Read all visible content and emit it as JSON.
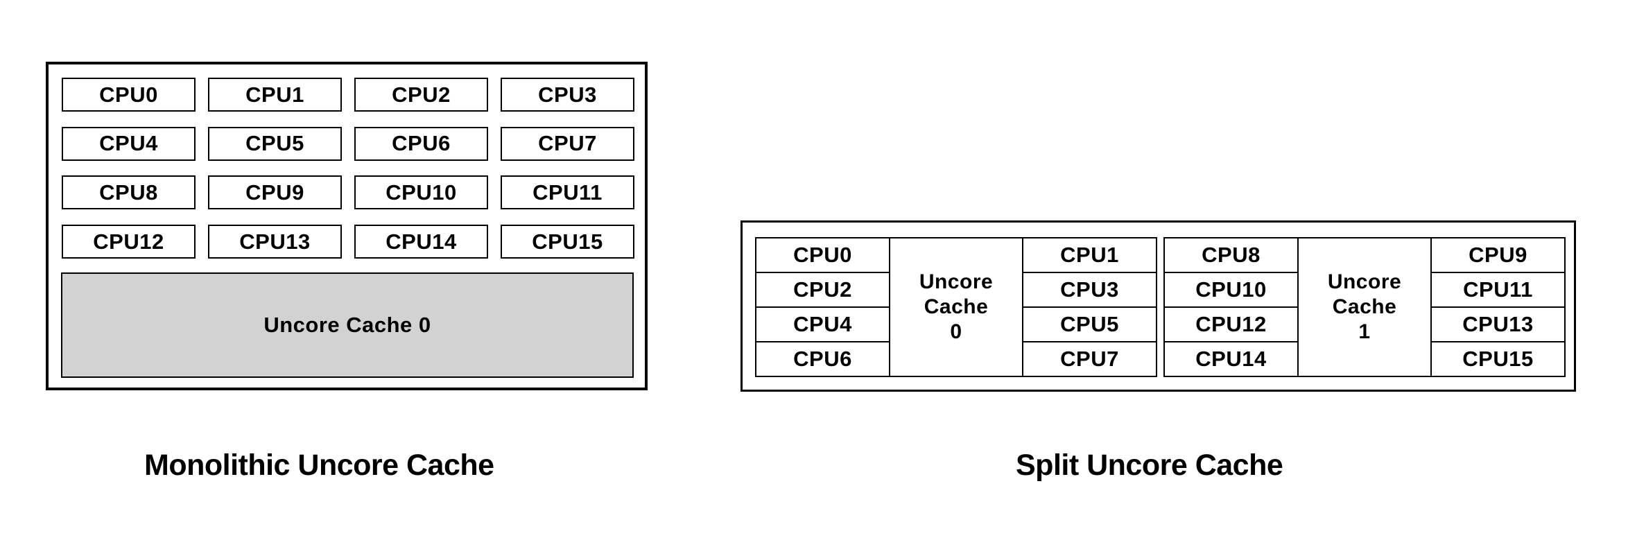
{
  "colors": {
    "cache_fill": "#d2d2d2",
    "border": "#000000",
    "text": "#000000",
    "background": "#ffffff"
  },
  "monolithic": {
    "caption": "Monolithic Uncore Cache",
    "cache_label": "Uncore Cache 0",
    "cpus": [
      "CPU0",
      "CPU1",
      "CPU2",
      "CPU3",
      "CPU4",
      "CPU5",
      "CPU6",
      "CPU7",
      "CPU8",
      "CPU9",
      "CPU10",
      "CPU11",
      "CPU12",
      "CPU13",
      "CPU14",
      "CPU15"
    ]
  },
  "split": {
    "caption": "Split Uncore Cache",
    "groups": [
      {
        "left_cpus": [
          "CPU0",
          "CPU2",
          "CPU4",
          "CPU6"
        ],
        "cache_lines": [
          "Uncore",
          "Cache",
          "0"
        ],
        "right_cpus": [
          "CPU1",
          "CPU3",
          "CPU5",
          "CPU7"
        ]
      },
      {
        "left_cpus": [
          "CPU8",
          "CPU10",
          "CPU12",
          "CPU14"
        ],
        "cache_lines": [
          "Uncore",
          "Cache",
          "1"
        ],
        "right_cpus": [
          "CPU9",
          "CPU11",
          "CPU13",
          "CPU15"
        ]
      }
    ]
  }
}
